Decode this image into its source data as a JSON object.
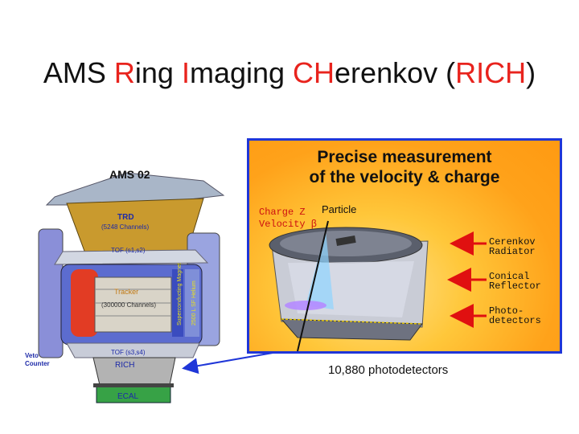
{
  "title": {
    "parts": [
      {
        "text": "AMS ",
        "accent": false
      },
      {
        "text": "R",
        "accent": true
      },
      {
        "text": "ing ",
        "accent": false
      },
      {
        "text": "I",
        "accent": true
      },
      {
        "text": "maging ",
        "accent": false
      },
      {
        "text": "CH",
        "accent": true
      },
      {
        "text": "erenkov (",
        "accent": false
      },
      {
        "text": "RICH",
        "accent": true
      },
      {
        "text": ")",
        "accent": false
      }
    ]
  },
  "ams": {
    "name": "AMS 02",
    "trd": "TRD",
    "trd_channels": "(5248 Channels)",
    "tof_top": "TOF (s1,s2)",
    "tracker": "Tracker",
    "tracker_channels": "(300000 Channels)",
    "magnet": "Superconducting Magnet",
    "helium": "2500 L SF Helium",
    "tof_bottom": "TOF (s3,s4)",
    "veto_line1": "Veto",
    "veto_line2": "Counter",
    "rich": "RICH",
    "ecal": "ECAL"
  },
  "panel": {
    "headline_line1": "Precise measurement",
    "headline_line2": "of the velocity & charge",
    "charge_line": "Charge Z",
    "velocity_line": "Velocity β",
    "particle": "Particle",
    "labels": [
      {
        "line1": "Cerenkov",
        "line2": "Radiator"
      },
      {
        "line1": "Conical",
        "line2": "Reflector"
      },
      {
        "line1": "Photo-",
        "line2": "detectors"
      }
    ],
    "caption": "10,880 photodetectors"
  },
  "colors": {
    "accent": "#e8231d",
    "panel_border": "#1f36d8",
    "arrow": "#e01010"
  }
}
